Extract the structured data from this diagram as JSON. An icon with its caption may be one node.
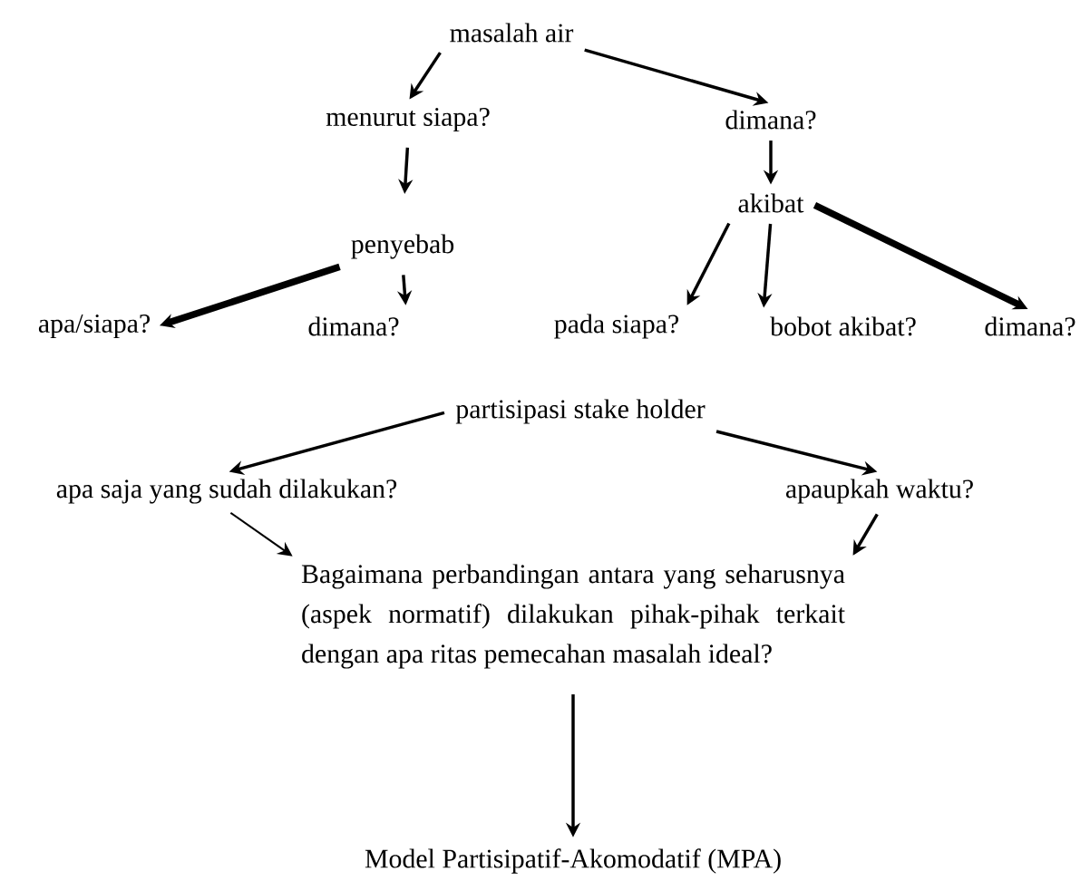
{
  "diagram": {
    "nodes": [
      {
        "text": [
          "masalah air"
        ]
      },
      {
        "text": [
          "menurut siapa?"
        ]
      },
      {
        "text": [
          "dimana?"
        ]
      },
      {
        "text": [
          "akibat"
        ]
      },
      {
        "text": [
          "penyebab"
        ]
      },
      {
        "text": [
          "apa/siapa?"
        ]
      },
      {
        "text": [
          "dimana?"
        ]
      },
      {
        "text": [
          "pada siapa?"
        ]
      },
      {
        "text": [
          "bobot akibat?"
        ]
      },
      {
        "text": [
          "dimana?"
        ]
      },
      {
        "text": [
          "partisipasi stake holder"
        ]
      },
      {
        "text": [
          "apa saja yang sudah dilakukan?"
        ]
      },
      {
        "text": [
          "apaupkah waktu?"
        ]
      },
      {
        "text": [
          "Bagaimana perbandingan antara yang seharusnya (aspek normatif) dilakukan pihak-pihak terkait dengan apa ritas pemecahan masalah ideal?"
        ]
      },
      {
        "text": [
          "Model Partisipatif-Akomodatif (MPA)"
        ]
      }
    ],
    "edges": [
      {
        "from": 0,
        "to": 1,
        "arrow": "to"
      },
      {
        "from": 0,
        "to": 2,
        "arrow": "to"
      },
      {
        "from": 1,
        "to": 4,
        "arrow": "to"
      },
      {
        "from": 2,
        "to": 3,
        "arrow": "to"
      },
      {
        "from": 4,
        "to": 5,
        "arrow": "to",
        "style": "thick"
      },
      {
        "from": 4,
        "to": 6,
        "arrow": "to"
      },
      {
        "from": 3,
        "to": 7,
        "arrow": "to"
      },
      {
        "from": 3,
        "to": 8,
        "arrow": "to"
      },
      {
        "from": 3,
        "to": 9,
        "arrow": "to",
        "style": "thick"
      },
      {
        "from": 10,
        "to": 11,
        "arrow": "to"
      },
      {
        "from": 10,
        "to": 12,
        "arrow": "to"
      },
      {
        "from": 11,
        "to": 13,
        "arrow": "to"
      },
      {
        "from": 12,
        "to": 13,
        "arrow": "to"
      },
      {
        "from": 13,
        "to": 14,
        "arrow": "to"
      }
    ]
  }
}
